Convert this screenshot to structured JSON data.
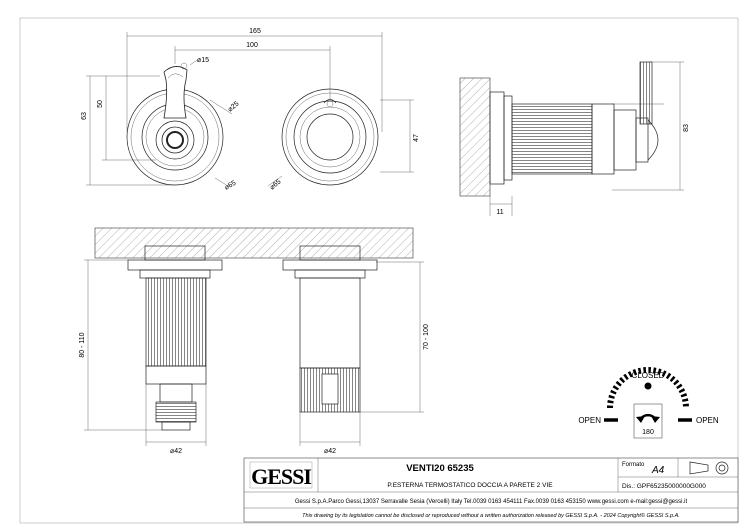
{
  "dimensions": {
    "overall_width": "165",
    "center_distance": "100",
    "handle_radius": "15",
    "height_63": "63",
    "height_50": "50",
    "dia_25": "25",
    "dia_65_left": "65",
    "dia_65_right": "65",
    "height_47": "47",
    "height_83": "83",
    "depth_11": "11",
    "range_80_110": "80 - 110",
    "range_70_100": "70 - 100",
    "dia_42_left": "42",
    "dia_42_right": "42"
  },
  "diagram": {
    "closed_label": "CLOSED",
    "open_left_label": "OPEN",
    "open_right_label": "OPEN",
    "rotation_value": "180"
  },
  "title_block": {
    "logo_text": "GESSI",
    "formato_label": "Formato",
    "formato_value": "A4",
    "product_name": "VENTI20 65235",
    "description": "P.ESTERNA TERMOSTATICO DOCCIA A PARETE 2 VIE",
    "drawing_number": "Dis.: GPF65235000000G000",
    "address": "Gessi S.p.A.Parco Gessi,13037 Serravalle Sesia (Vercelli) Italy Tel.0039 0163 454111 Fax.0039 0163 453150 www.gessi.com e-mail:gessi@gessi.it",
    "disclaimer": "This drawing by its legislation cannot be disclosed or reproduced without a written authorization released by GESSI S.p.A. - 2024 Copyright© GESSI S.p.A."
  }
}
